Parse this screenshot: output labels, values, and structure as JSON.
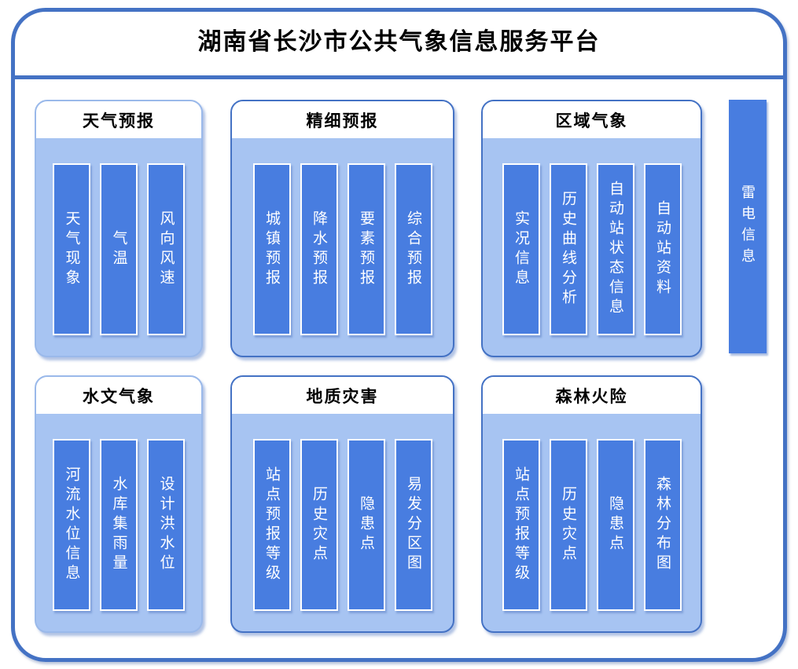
{
  "page": {
    "title": "湖南省长沙市公共气象信息服务平台"
  },
  "panels": [
    {
      "title": "天气预报",
      "items": [
        "天气现象",
        "气温",
        "风向风速"
      ]
    },
    {
      "title": "精细预报",
      "items": [
        "城镇预报",
        "降水预报",
        "要素预报",
        "综合预报"
      ]
    },
    {
      "title": "区域气象",
      "items": [
        "实况信息",
        "历史曲线分析",
        "自动站状态信息",
        "自动站资料"
      ]
    },
    {
      "title": "水文气象",
      "items": [
        "河流水位信息",
        "水库集雨量",
        "设计洪水位"
      ]
    },
    {
      "title": "地质灾害",
      "items": [
        "站点预报等级",
        "历史灾点",
        "隐患点",
        "易发分区图"
      ]
    },
    {
      "title": "森林火险",
      "items": [
        "站点预报等级",
        "历史灾点",
        "隐患点",
        "森林分布图"
      ]
    }
  ],
  "sidebar": {
    "label": "雷电信息"
  },
  "colors": {
    "frame_border": "#4472c4",
    "panel_background": "#a7c4f2",
    "panel_border_dark": "#4472c4",
    "panel_border_light": "#9ab9ea",
    "bar_fill": "#487de0",
    "bar_border": "#ffffff",
    "header_background": "#ffffff",
    "title_text": "#000000",
    "bar_text": "#ffffff"
  }
}
